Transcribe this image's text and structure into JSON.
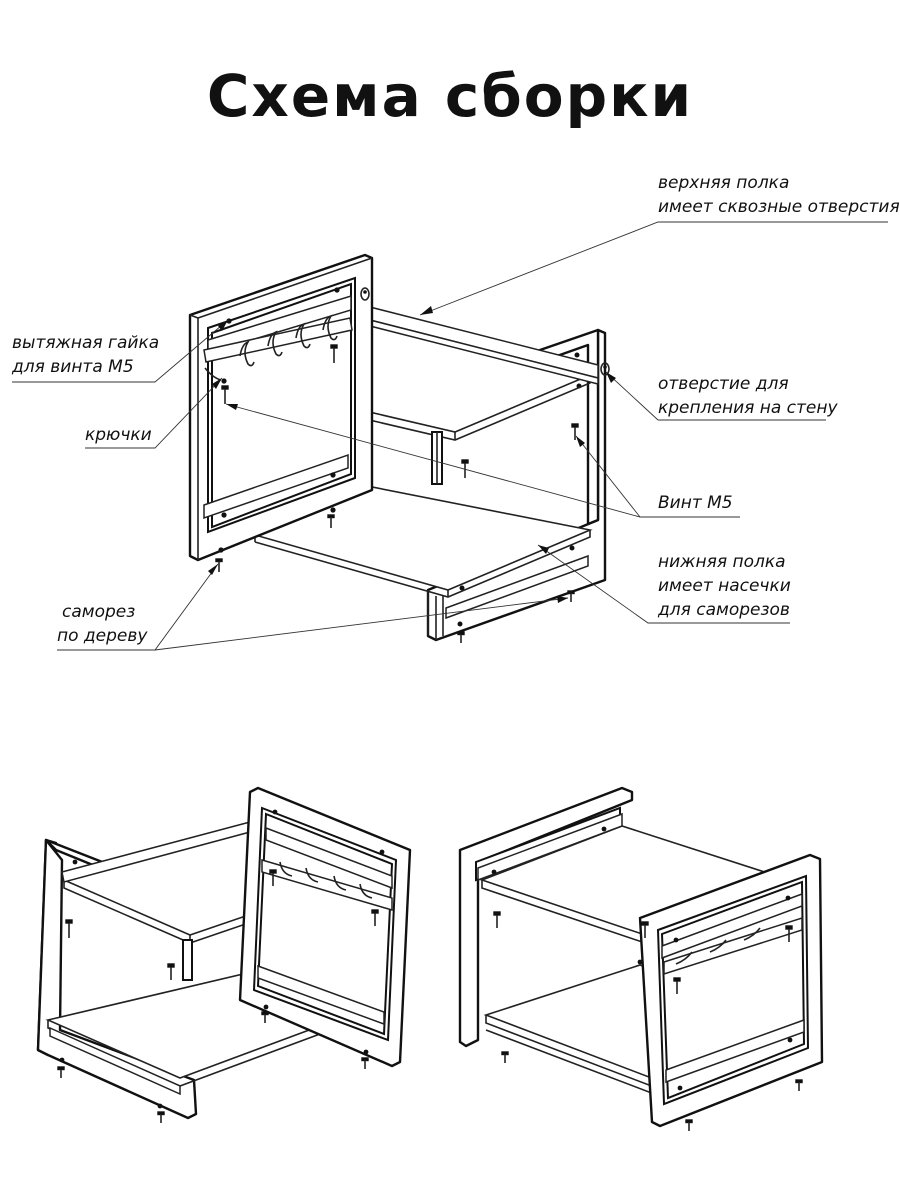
{
  "title": "Схема сборки",
  "labels": {
    "top_shelf_line1": "верхняя полка",
    "top_shelf_line2": "имеет сквозные отверстия",
    "nut_line1": "вытяжная гайка",
    "nut_line2": "для винта М5",
    "hooks": "крючки",
    "wall_hole_line1": "отверстие для",
    "wall_hole_line2": "крепления на стену",
    "screw_m5": "Винт М5",
    "bottom_shelf_line1": "нижняя полка",
    "bottom_shelf_line2": "имеет насечки",
    "bottom_shelf_line3": "для саморезов",
    "wood_screw_line1": "саморез",
    "wood_screw_line2": "по дереву"
  }
}
